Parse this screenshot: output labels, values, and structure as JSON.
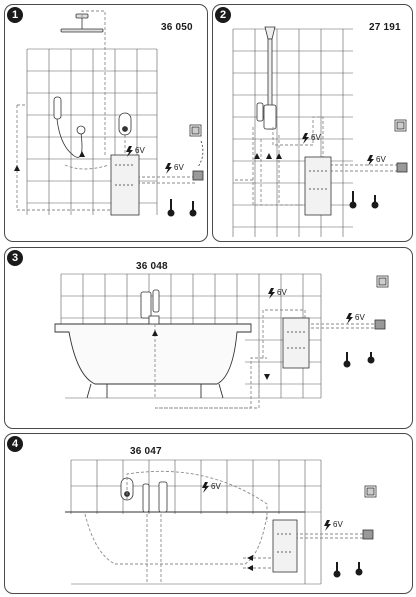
{
  "panels": [
    {
      "number": "1",
      "code": "36 050",
      "voltage_label": "6V"
    },
    {
      "number": "2",
      "code": "27 191",
      "voltage_label": "6V"
    },
    {
      "number": "3",
      "code": "36 048",
      "voltage_label": "6V"
    },
    {
      "number": "4",
      "code": "36 047",
      "voltage_label": "6V"
    }
  ],
  "colors": {
    "line": "#4a4a4a",
    "tile": "#5a5a5a",
    "pipe": "#8a8a8a"
  },
  "icons": [
    "lightning-icon",
    "thermometer-icon",
    "control-box-icon",
    "transformer-icon",
    "shower-head-icon",
    "hand-shower-icon",
    "flow-arrow-icon"
  ]
}
